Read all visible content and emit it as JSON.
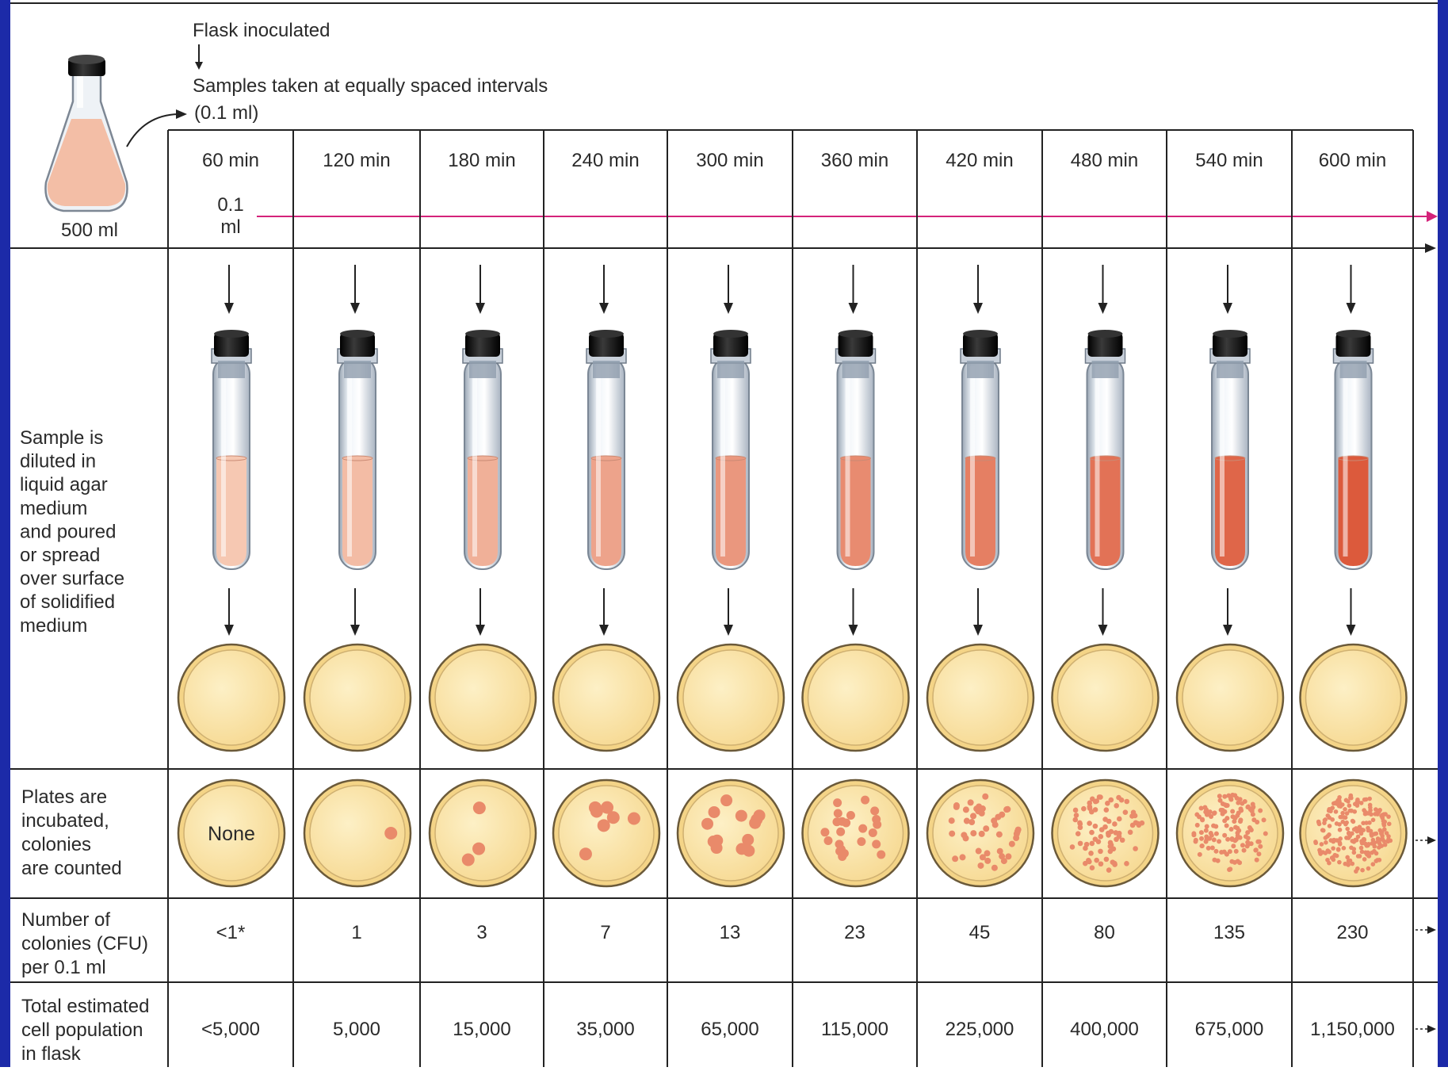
{
  "header": {
    "flask_inoculated": "Flask inoculated",
    "samples_taken": "Samples taken at equally spaced intervals",
    "sample_volume": "(0.1 ml)",
    "flask_volume": "500 ml",
    "tube_volume_line1": "0.1",
    "tube_volume_line2": "ml"
  },
  "row_labels": {
    "diluted": [
      "Sample is",
      "diluted in",
      "liquid agar",
      "medium",
      "and poured",
      "or spread",
      "over surface",
      "of solidified",
      "medium"
    ],
    "incubated": [
      "Plates are",
      "incubated,",
      "colonies",
      "are counted"
    ],
    "cfu": [
      "Number of",
      "colonies (CFU)",
      "per 0.1 ml"
    ],
    "population": [
      "Total estimated",
      "cell population",
      "in flask"
    ]
  },
  "plate_none_label": "None",
  "timepoints": [
    "60 min",
    "120 min",
    "180 min",
    "240 min",
    "300 min",
    "360 min",
    "420 min",
    "480 min",
    "540 min",
    "600 min"
  ],
  "cfu_counts": [
    "<1*",
    "1",
    "3",
    "7",
    "13",
    "23",
    "45",
    "80",
    "135",
    "230"
  ],
  "populations": [
    "<5,000",
    "5,000",
    "15,000",
    "35,000",
    "65,000",
    "115,000",
    "225,000",
    "400,000",
    "675,000",
    "1,150,000"
  ],
  "colors": {
    "frame_blue": "#1c2aa8",
    "broth": "#f3bea6",
    "plate": "#fbe4a6",
    "colony": "#e98a6a",
    "arrow_magenta": "#d4237a",
    "tube_cap": "#1a1a1a"
  },
  "icons": [
    "flask-icon",
    "test-tube-icon",
    "petri-plate-icon",
    "down-arrow-icon",
    "right-arrow-icon"
  ]
}
